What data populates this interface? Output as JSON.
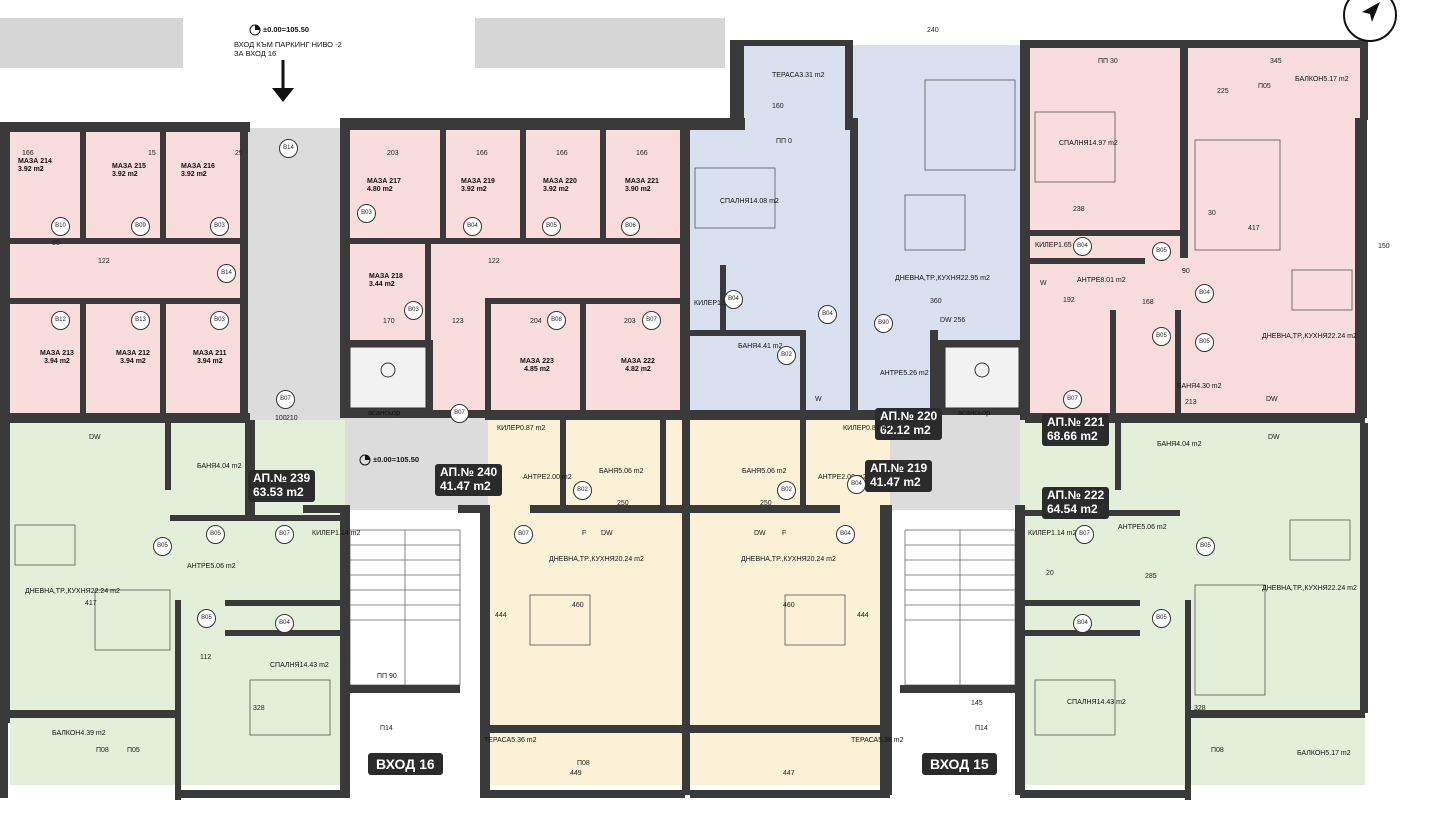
{
  "level_marker": "±0.00=105.50",
  "level_marker_2": "±0.00=105.50",
  "parking_note": [
    "ВХОД КЪМ ПАРКИНГ НИВО -2",
    "ЗА ВХОД 16"
  ],
  "entrances": [
    "ВХОД 16",
    "ВХОД 15"
  ],
  "elevator_label": "асансьор",
  "apartments": [
    {
      "no": "АП.№ 239",
      "area": "63.53 m2"
    },
    {
      "no": "АП.№ 240",
      "area": "41.47 m2"
    },
    {
      "no": "АП.№ 220",
      "area": "62.12 m2"
    },
    {
      "no": "АП.№ 219",
      "area": "41.47 m2"
    },
    {
      "no": "АП.№ 221",
      "area": "68.66 m2"
    },
    {
      "no": "АП.№ 222",
      "area": "64.54 m2"
    }
  ],
  "storages": [
    {
      "name": "МАЗА 214",
      "area": "3.92 m2"
    },
    {
      "name": "МАЗА 215",
      "area": "3.92 m2"
    },
    {
      "name": "МАЗА 216",
      "area": "3.92 m2"
    },
    {
      "name": "МАЗА 217",
      "area": "4.80 m2"
    },
    {
      "name": "МАЗА 219",
      "area": "3.92 m2"
    },
    {
      "name": "МАЗА 220",
      "area": "3.92 m2"
    },
    {
      "name": "МАЗА 221",
      "area": "3.90 m2"
    },
    {
      "name": "МАЗА 218",
      "area": "3.44 m2"
    },
    {
      "name": "МАЗА 213",
      "area": "3.94 m2"
    },
    {
      "name": "МАЗА 212",
      "area": "3.94 m2"
    },
    {
      "name": "МАЗА 211",
      "area": "3.94 m2"
    },
    {
      "name": "МАЗА 223",
      "area": "4.85 m2"
    },
    {
      "name": "МАЗА 222",
      "area": "4.82 m2"
    }
  ],
  "rooms": [
    {
      "name": "ТЕРАСА",
      "area": "3.31 m2"
    },
    {
      "name": "СПАЛНЯ",
      "area": "14.08 m2"
    },
    {
      "name": "ДНЕВНА,ТР.,КУХНЯ",
      "area": "22.95 m2"
    },
    {
      "name": "КИЛЕР",
      "area": "1.97 m2"
    },
    {
      "name": "БАНЯ",
      "area": "4.41 m2"
    },
    {
      "name": "АНТРЕ",
      "area": "5.26 m2"
    },
    {
      "name": "СПАЛНЯ",
      "area": "14.97 m2"
    },
    {
      "name": "БАЛКОН",
      "area": "5.17 m2"
    },
    {
      "name": "КИЛЕР",
      "area": "1.65"
    },
    {
      "name": "АНТРЕ",
      "area": "8.01 m2"
    },
    {
      "name": "ДНЕВНА,ТР.,КУХНЯ",
      "area": "22.24 m2"
    },
    {
      "name": "БАНЯ",
      "area": "4.30 m2"
    },
    {
      "name": "БАНЯ",
      "area": "4.04 m2"
    },
    {
      "name": "ДНЕВНА,ТР.,КУХНЯ",
      "area": "22.24 m2"
    },
    {
      "name": "АНТРЕ",
      "area": "5.06 m2"
    },
    {
      "name": "КИЛЕР",
      "area": "1.14 m2"
    },
    {
      "name": "СПАЛНЯ",
      "area": "14.43 m2"
    },
    {
      "name": "БАЛКОН",
      "area": "4.39 m2"
    },
    {
      "name": "КИЛЕР",
      "area": "0.87 m2"
    },
    {
      "name": "АНТРЕ",
      "area": "2.00 m2"
    },
    {
      "name": "БАНЯ",
      "area": "5.06 m2"
    },
    {
      "name": "ДНЕВНА,ТР.,КУХНЯ",
      "area": "20.24 m2"
    },
    {
      "name": "ТЕРАСА",
      "area": "5.36 m2"
    },
    {
      "name": "БАНЯ",
      "area": "5.06 m2"
    },
    {
      "name": "АНТРЕ",
      "area": "2.00 m2"
    },
    {
      "name": "КИЛЕР",
      "area": "0.87 m2"
    },
    {
      "name": "ДНЕВНА,ТР.,КУХНЯ",
      "area": "20.24 m2"
    },
    {
      "name": "ТЕРАСА",
      "area": "5.36 m2"
    },
    {
      "name": "БАНЯ",
      "area": "4.04 m2"
    },
    {
      "name": "АНТРЕ",
      "area": "5.06 m2"
    },
    {
      "name": "КИЛЕР",
      "area": "1.14 m2"
    },
    {
      "name": "ДНЕВНА,ТР.,КУХНЯ",
      "area": "22.24 m2"
    },
    {
      "name": "СПАЛНЯ",
      "area": "14.43 m2"
    },
    {
      "name": "БАЛКОН",
      "area": "5.17 m2"
    }
  ],
  "door_tags": [
    "B14",
    "B10",
    "B09",
    "B03",
    "B12",
    "B13",
    "B03",
    "B14",
    "B03",
    "B04",
    "B05",
    "B06",
    "B03",
    "B08",
    "B07",
    "B07",
    "B07",
    "B04",
    "B04",
    "B02",
    "B90",
    "B04",
    "B05",
    "B04",
    "B05",
    "B05",
    "B07",
    "B07",
    "B05",
    "B05",
    "B05",
    "B04",
    "B02",
    "B07",
    "B02",
    "B04",
    "B04",
    "B07",
    "B05",
    "B05",
    "B04"
  ],
  "window_tags": [
    "П05",
    "П08",
    "П14",
    "П08",
    "П14",
    "П08",
    "П05"
  ],
  "dims": [
    "166",
    "203",
    "166",
    "166",
    "166",
    "345",
    "360",
    "460",
    "460",
    "250",
    "250",
    "444",
    "444",
    "449",
    "447",
    "285",
    "112",
    "170",
    "123",
    "204",
    "203",
    "238",
    "192",
    "168",
    "213",
    "417",
    "417",
    "328",
    "328",
    "122",
    "122",
    "100",
    "210",
    "80",
    "90",
    "240",
    "225",
    "150",
    "145",
    "160",
    "15",
    "25",
    "30",
    "20",
    "ПП 30",
    "ПП 0",
    "ПП 90"
  ],
  "appliance": [
    "DW",
    "W",
    "F",
    "DW 256"
  ],
  "colors": {
    "storage": "#f9dcdc",
    "apt_blue": "#d9e1f0",
    "apt_pink": "#f9dcdc",
    "apt_green": "#e3efd9",
    "apt_yellow": "#fbf1d6",
    "corridor": "#dcdcdc",
    "wall": "#3a3a3a"
  }
}
